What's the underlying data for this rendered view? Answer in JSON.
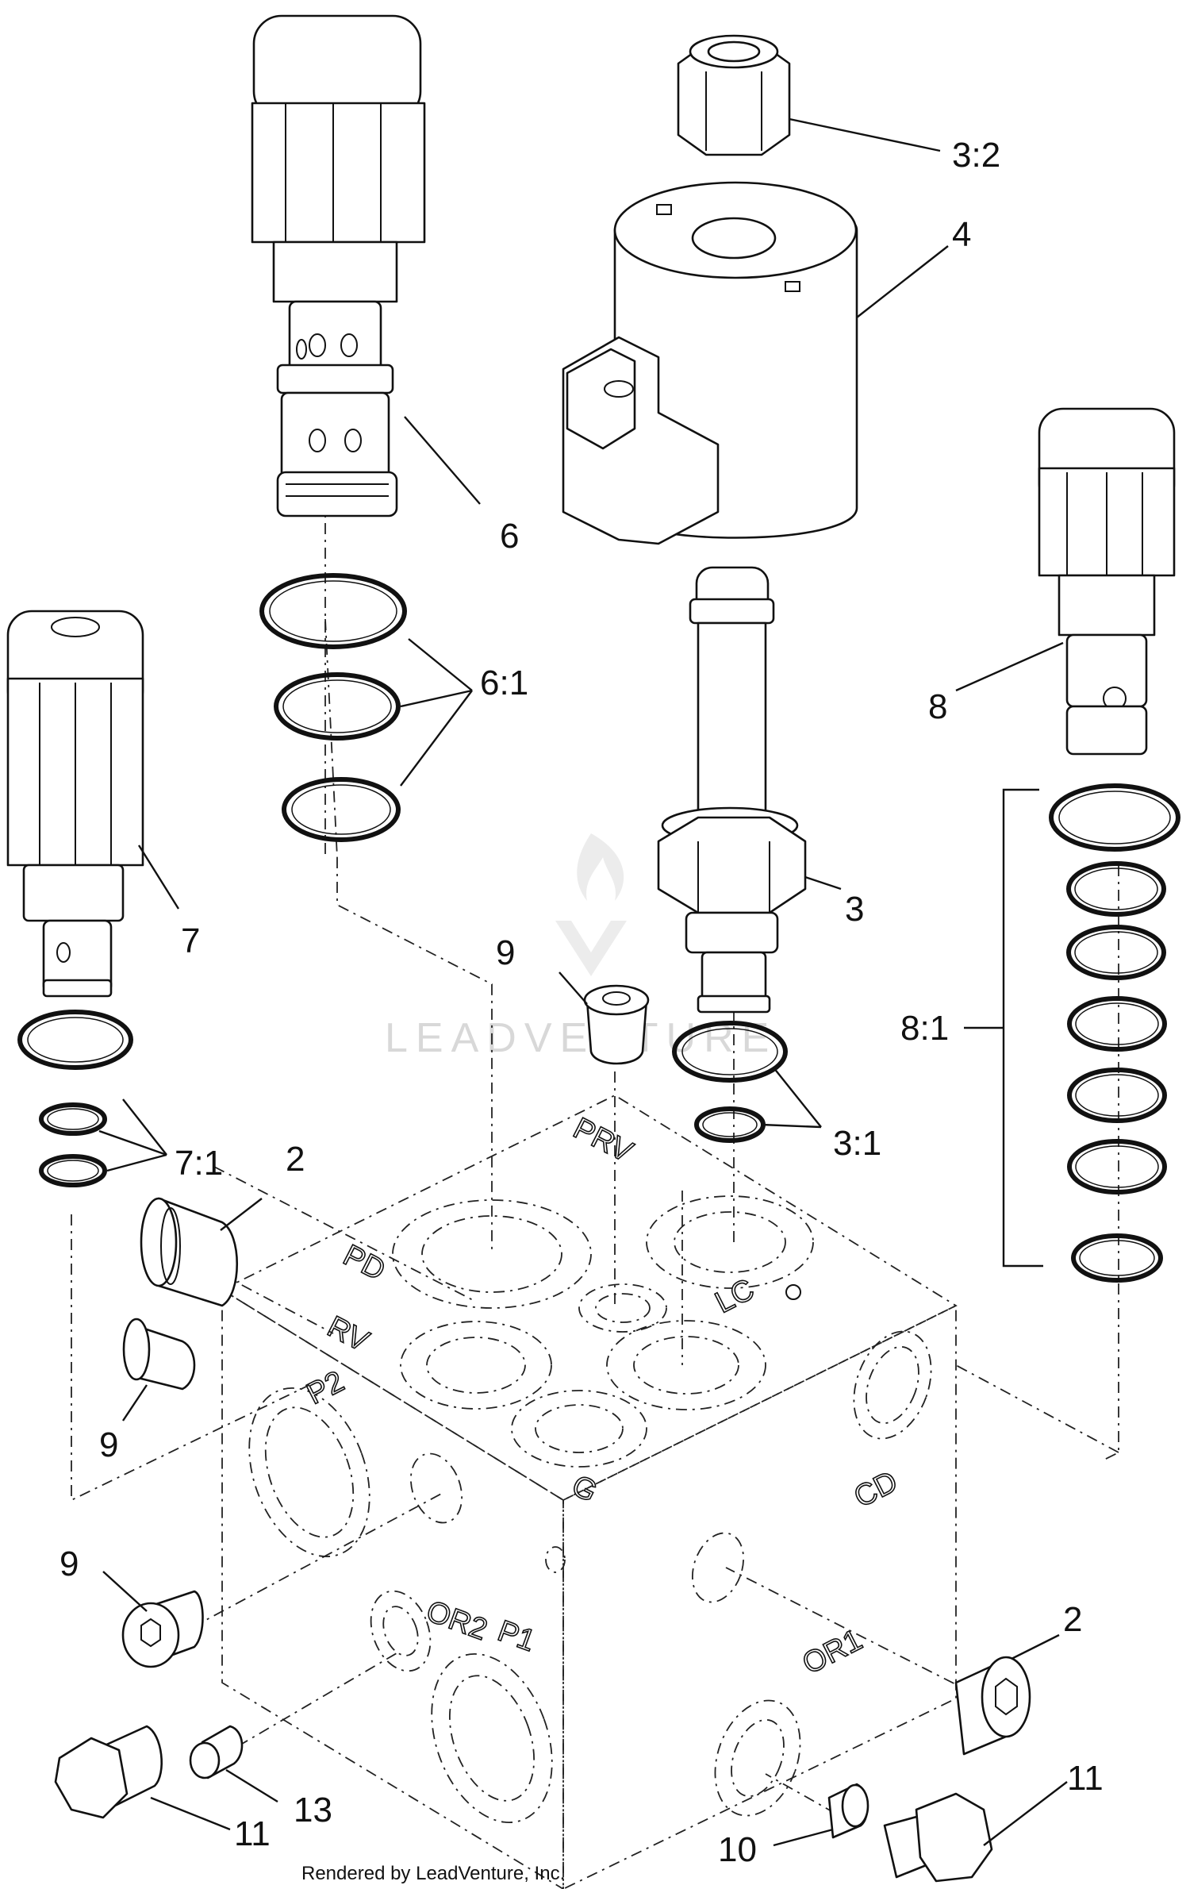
{
  "callouts": {
    "c3_2": "3:2",
    "c4": "4",
    "c6": "6",
    "c6_1": "6:1",
    "c8": "8",
    "c7": "7",
    "c3": "3",
    "c9_top": "9",
    "c8_1": "8:1",
    "c3_1": "3:1",
    "c7_1": "7:1",
    "c2_top": "2",
    "c9_left": "9",
    "c9_bottom": "9",
    "c2_right": "2",
    "c11_right": "11",
    "c13": "13",
    "c11_left": "11",
    "c10": "10"
  },
  "ports": {
    "prv": "PRV",
    "pd": "PD",
    "rv": "RV",
    "lc": "LC",
    "p2": "P2",
    "g": "G",
    "cd": "CD",
    "or2": "OR2",
    "p1": "P1",
    "or1": "OR1"
  },
  "watermark": "LEADVENTURE",
  "credit": "Rendered by LeadVenture, Inc."
}
